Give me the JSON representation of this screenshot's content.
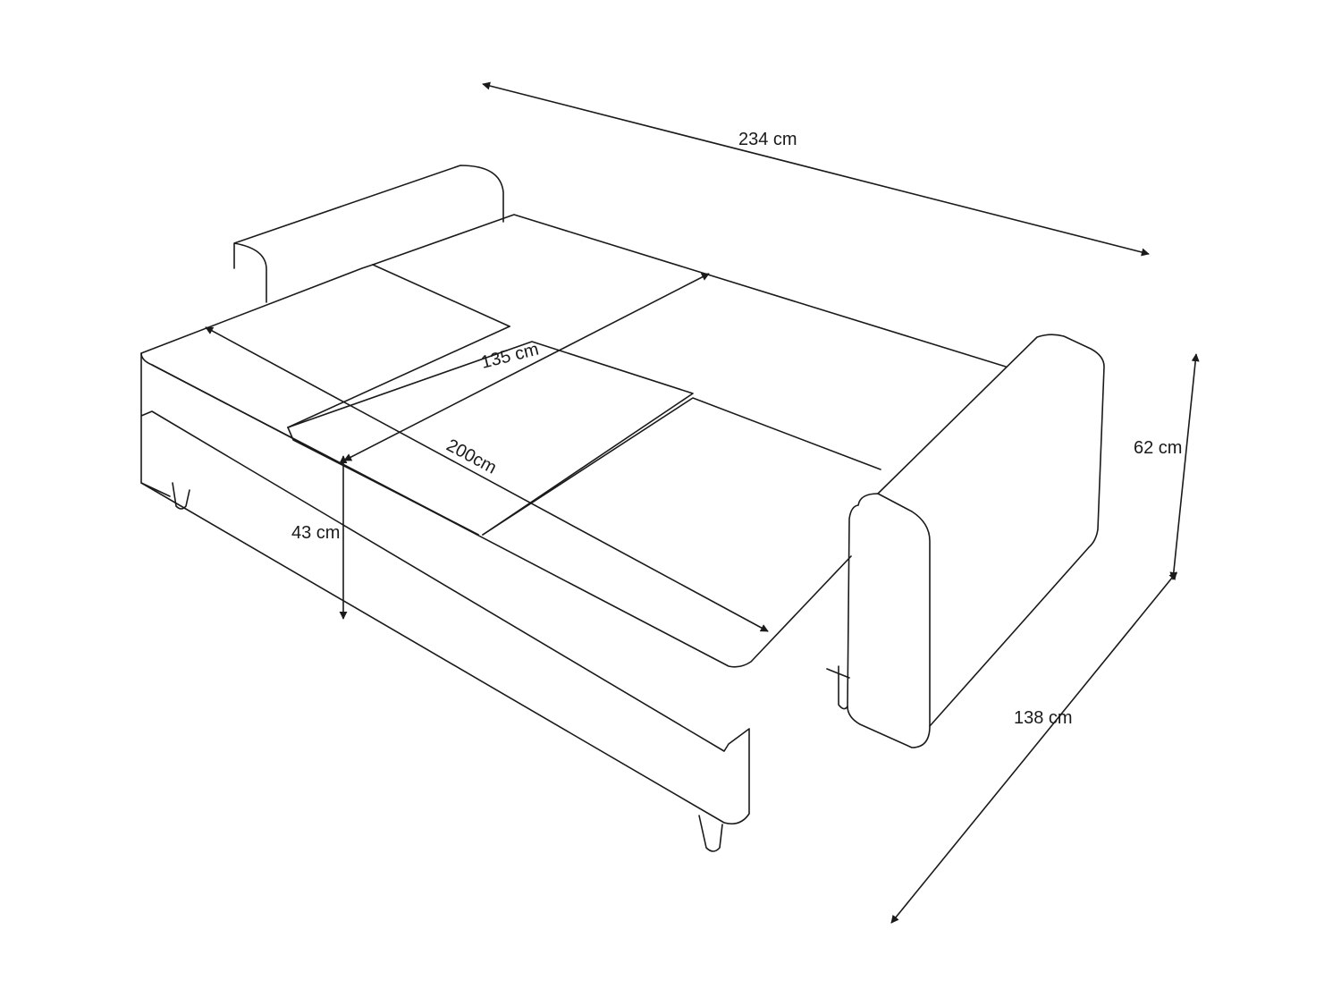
{
  "dimensions": {
    "total_width": "234 cm",
    "height": "62 cm",
    "depth": "138 cm",
    "seat_height": "43 cm",
    "bed_width": "135 cm",
    "bed_length": "200cm"
  }
}
